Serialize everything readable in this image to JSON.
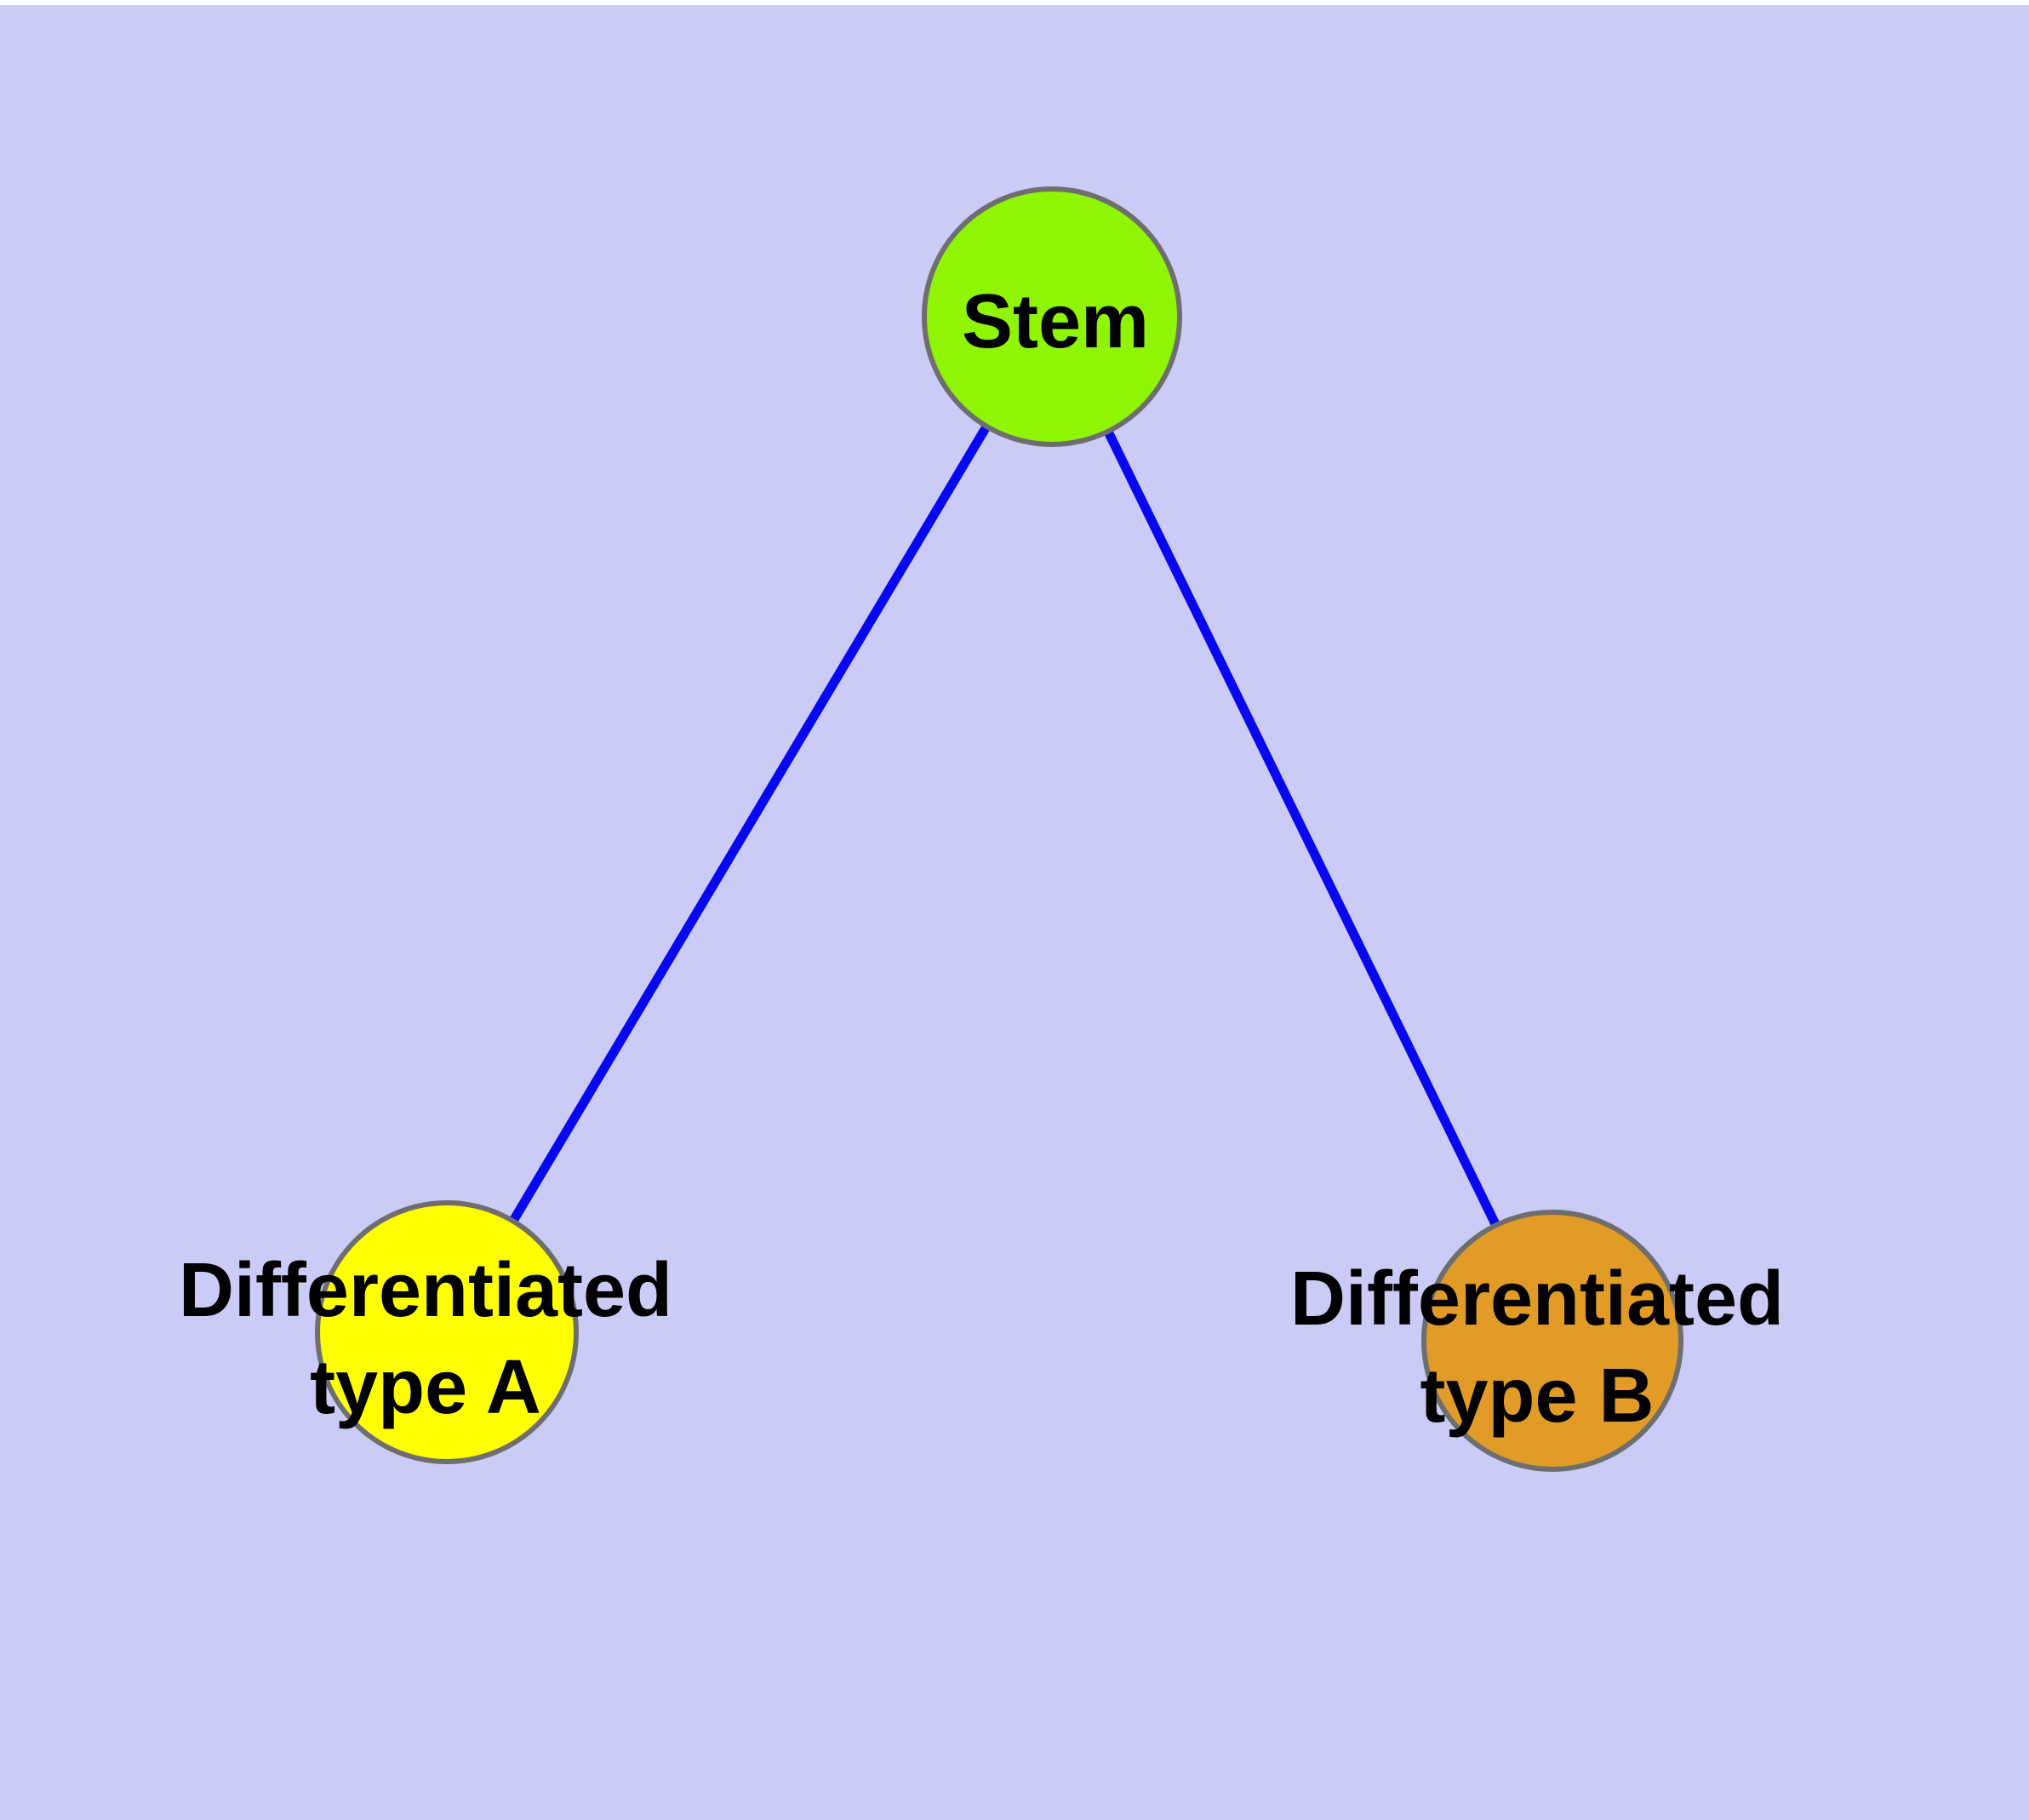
{
  "page": {
    "background_color": "#FFFFFF",
    "canvas_color": "#CBCBF8"
  },
  "graph": {
    "text_color": "#000000",
    "node_border_color": "#6E6E6E",
    "edge_color": "#0707F0",
    "nodes": {
      "stem": {
        "label": "Stem",
        "fill": "#8FF502"
      },
      "type_a": {
        "label_line1": "Differentiated",
        "label_line2": "type A",
        "fill": "#FFFF00"
      },
      "type_b": {
        "label_line1": "Differentiated",
        "label_line2": "type B",
        "fill": "#E19B26"
      }
    },
    "edges": [
      {
        "from": "Stem",
        "to": "Differentiated type A"
      },
      {
        "from": "Stem",
        "to": "Differentiated type B"
      }
    ]
  }
}
